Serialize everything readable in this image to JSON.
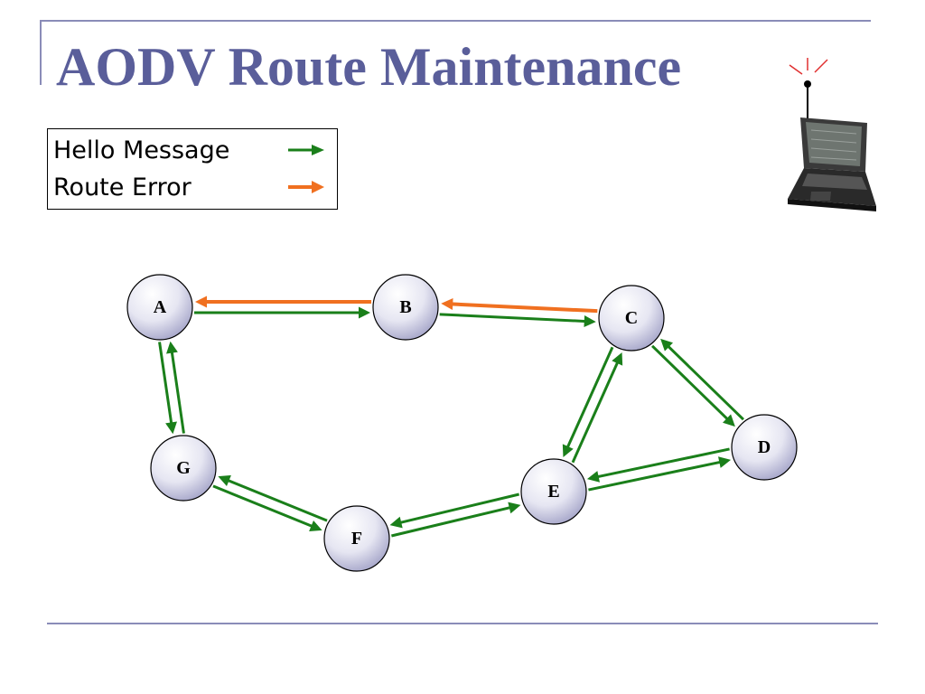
{
  "slide": {
    "title": "AODV Route Maintenance"
  },
  "legend": {
    "items": [
      {
        "label": "Hello Message",
        "color": "#1a7f1a"
      },
      {
        "label": "Route Error",
        "color": "#f07020"
      }
    ]
  },
  "colors": {
    "title": "#5a5e9a",
    "hello": "#1a7f1a",
    "error": "#f07020",
    "rule": "#8a8cb8"
  },
  "diagram": {
    "nodes": [
      {
        "id": "A",
        "label": "A"
      },
      {
        "id": "B",
        "label": "B"
      },
      {
        "id": "C",
        "label": "C"
      },
      {
        "id": "D",
        "label": "D"
      },
      {
        "id": "E",
        "label": "E"
      },
      {
        "id": "F",
        "label": "F"
      },
      {
        "id": "G",
        "label": "G"
      }
    ],
    "edges": [
      {
        "from": "A",
        "to": "B",
        "type": "hello"
      },
      {
        "from": "B",
        "to": "A",
        "type": "error"
      },
      {
        "from": "B",
        "to": "C",
        "type": "hello"
      },
      {
        "from": "C",
        "to": "B",
        "type": "error"
      },
      {
        "from": "C",
        "to": "D",
        "type": "hello"
      },
      {
        "from": "D",
        "to": "C",
        "type": "hello"
      },
      {
        "from": "C",
        "to": "E",
        "type": "hello"
      },
      {
        "from": "E",
        "to": "C",
        "type": "hello"
      },
      {
        "from": "D",
        "to": "E",
        "type": "hello"
      },
      {
        "from": "E",
        "to": "D",
        "type": "hello"
      },
      {
        "from": "E",
        "to": "F",
        "type": "hello"
      },
      {
        "from": "F",
        "to": "E",
        "type": "hello"
      },
      {
        "from": "F",
        "to": "G",
        "type": "hello"
      },
      {
        "from": "G",
        "to": "F",
        "type": "hello"
      },
      {
        "from": "G",
        "to": "A",
        "type": "hello"
      },
      {
        "from": "A",
        "to": "G",
        "type": "hello"
      }
    ]
  }
}
